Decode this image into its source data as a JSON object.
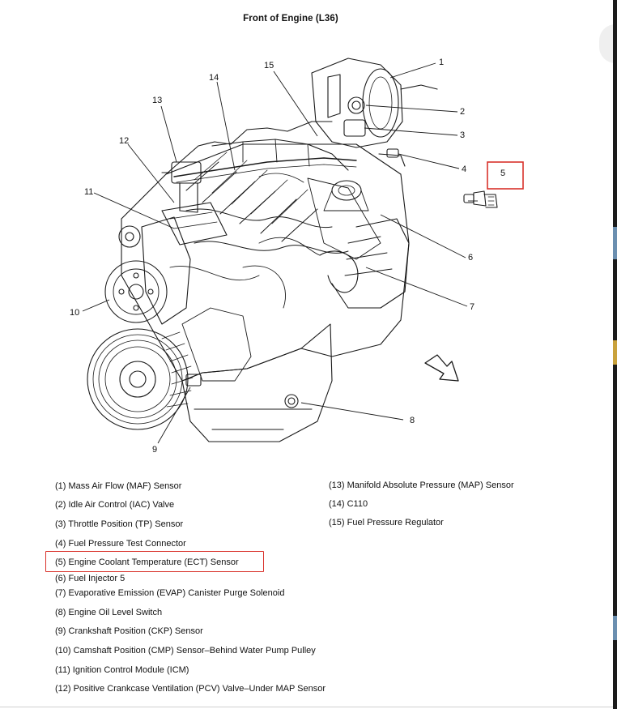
{
  "diagram": {
    "title": "Front of Engine (L36)",
    "callouts": [
      "1",
      "2",
      "3",
      "4",
      "5",
      "6",
      "7",
      "8",
      "9",
      "10",
      "11",
      "12",
      "13",
      "14",
      "15"
    ],
    "highlight_color": "#d9322b",
    "highlighted_callout": "5"
  },
  "legend": {
    "left": [
      "(1) Mass Air Flow (MAF) Sensor",
      "(2) Idle Air Control (IAC) Valve",
      "(3) Throttle Position (TP) Sensor",
      "(4) Fuel Pressure Test Connector",
      "(5) Engine Coolant Temperature (ECT) Sensor",
      "(6) Fuel Injector 5",
      "(7) Evaporative Emission (EVAP) Canister Purge Solenoid",
      "(8) Engine Oil Level Switch",
      "(9) Crankshaft Position (CKP) Sensor",
      "(10) Camshaft Position (CMP) Sensor–Behind Water Pump Pulley",
      "(11) Ignition Control Module (ICM)",
      "(12) Positive Crankcase Ventilation (PCV) Valve–Under MAP Sensor"
    ],
    "right": [
      "(13) Manifold Absolute Pressure (MAP) Sensor",
      "(14) C110",
      "(15) Fuel Pressure Regulator"
    ]
  }
}
